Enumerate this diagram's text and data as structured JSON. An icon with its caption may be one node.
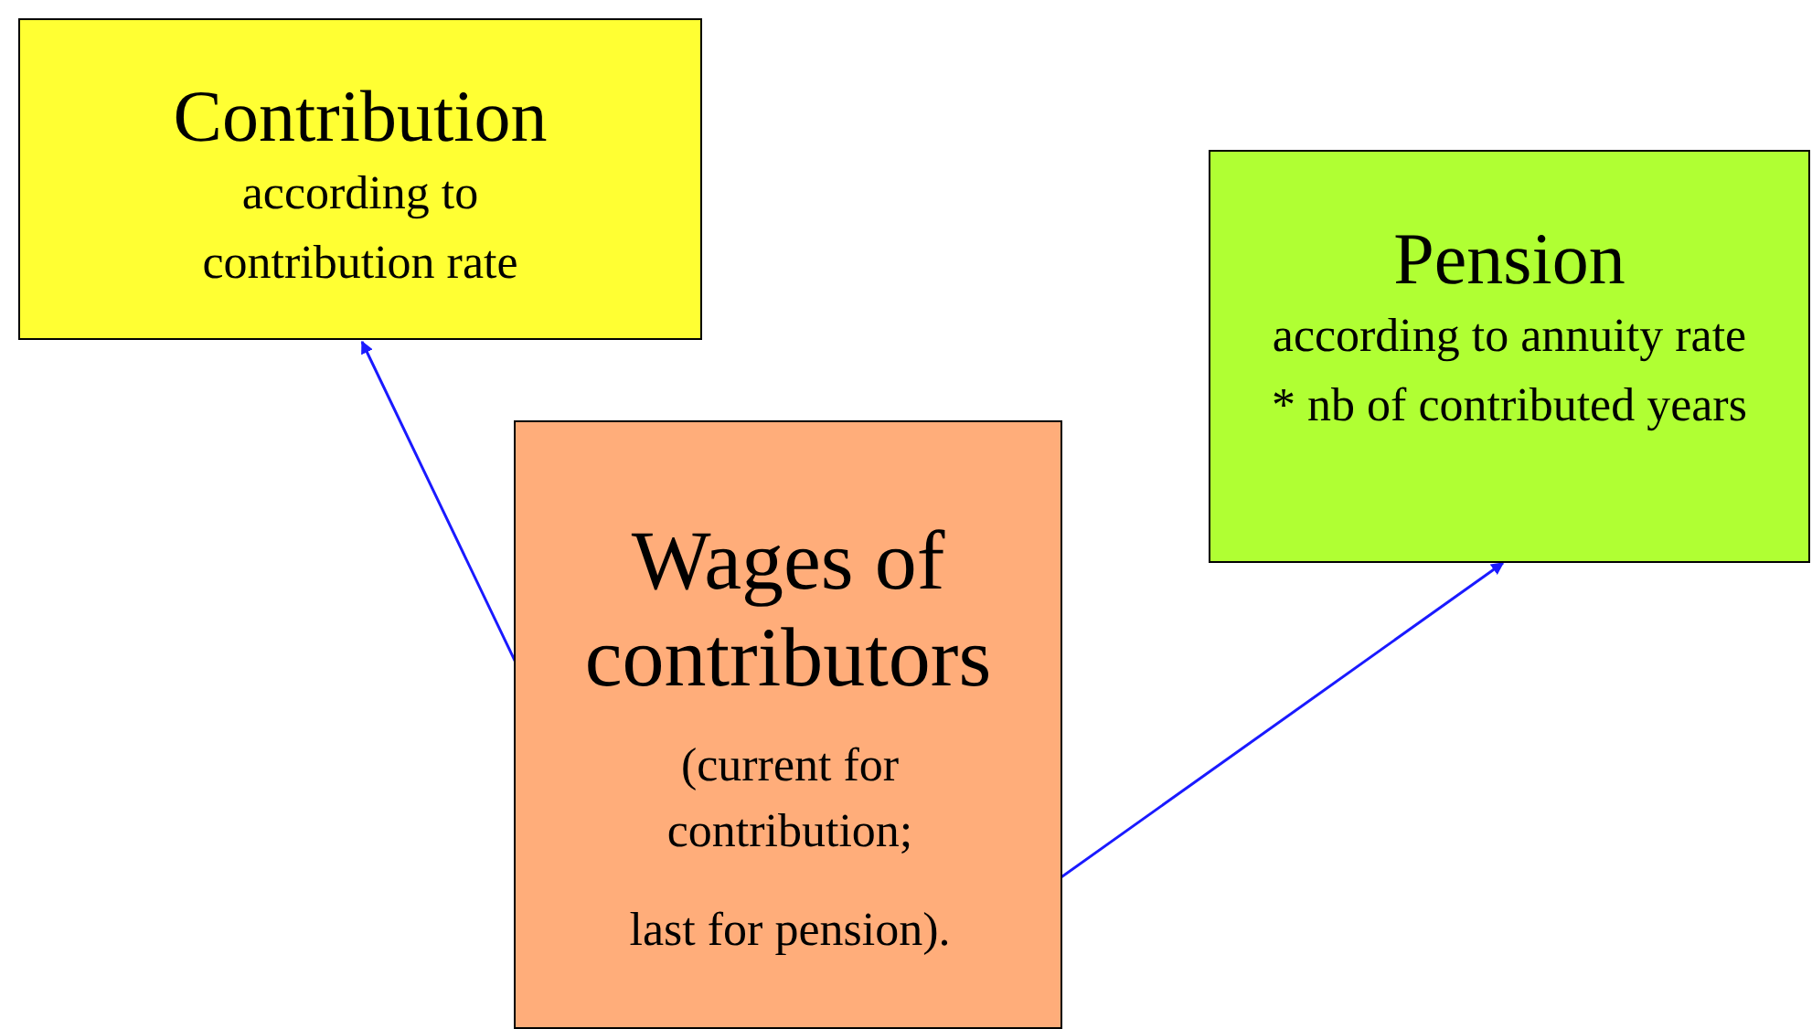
{
  "diagram": {
    "nodes": [
      {
        "text": [
          "Contribution",
          "according to contribution rate"
        ]
      },
      {
        "text": [
          "Pension",
          "according to annuity rate * nb of contributed years"
        ]
      },
      {
        "text": [
          "Wages of contributors"
        ]
      },
      {
        "text": [
          "(current for contribution;"
        ],
        "in": 2
      },
      {
        "text": [
          "last for pension)."
        ],
        "in": 2
      }
    ],
    "edges": [
      {
        "from": 3,
        "to": 0,
        "arrow": "to"
      },
      {
        "from": 4,
        "to": 1,
        "arrow": "to"
      }
    ]
  }
}
